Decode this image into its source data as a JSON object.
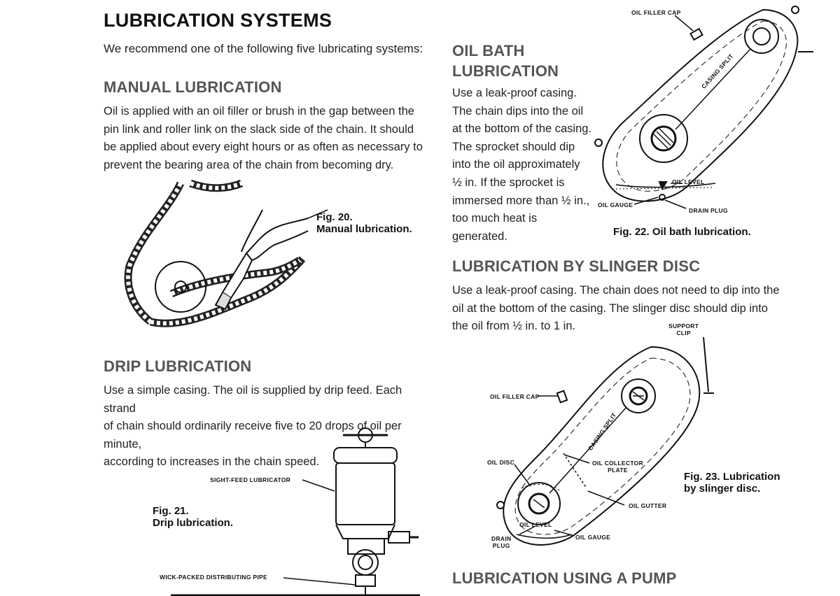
{
  "page": {
    "title": "LUBRICATION SYSTEMS",
    "intro": "We recommend one of the following five lubricating systems:"
  },
  "manual": {
    "heading": "MANUAL LUBRICATION",
    "lines": [
      "Oil is applied with an oil filler or brush in the gap between the",
      "pin link and roller link on the slack side of the chain. It should",
      "be applied about every eight hours or as often as necessary to",
      "prevent the bearing area of the chain from becoming dry."
    ],
    "fig_num": "Fig. 20.",
    "fig_title": "Manual lubrication."
  },
  "drip": {
    "heading": "DRIP LUBRICATION",
    "lines": [
      "Use a simple casing. The oil is supplied by drip feed. Each strand",
      "of chain should ordinarily receive five to 20 drops of oil per minute,",
      "according to increases in the chain speed."
    ],
    "fig_num": "Fig. 21.",
    "fig_title": "Drip lubrication.",
    "label_lubricator": "SIGHT-FEED LUBRICATOR",
    "label_pipe": "WICK-PACKED DISTRIBUTING PIPE"
  },
  "oilbath": {
    "heading_line1": "OIL BATH",
    "heading_line2": "LUBRICATION",
    "lines": [
      "Use a leak-proof casing.",
      "The chain dips into the oil",
      "at the bottom of the casing.",
      "The sprocket should dip",
      "into the oil approximately",
      "½ in. If the sprocket is",
      "immersed more than ½ in.,",
      "too much heat is generated."
    ],
    "fig_caption": "Fig. 22. Oil bath lubrication.",
    "label_filler_cap": "OIL FILLER CAP",
    "label_casing_split": "CASING SPLIT",
    "label_oil_level": "OIL LEVEL",
    "label_oil_gauge": "OIL GAUGE",
    "label_drain_plug": "DRAIN PLUG"
  },
  "slinger": {
    "heading": "LUBRICATION BY SLINGER DISC",
    "lines": [
      "Use a leak-proof casing. The chain does not need to dip into the",
      "oil at the bottom of the casing. The slinger disc should dip into",
      "the oil from ½ in. to 1 in."
    ],
    "fig_line1": "Fig. 23. Lubrication",
    "fig_line2": "by slinger disc.",
    "label_support_clip_1": "SUPPORT",
    "label_support_clip_2": "CLIP",
    "label_filler_cap": "OIL FILLER CAP",
    "label_casing_split": "CASING SPLIT",
    "label_oil_disc": "OIL DISC",
    "label_collector_1": "OIL COLLECTOR",
    "label_collector_2": "PLATE",
    "label_gutter": "OIL GUTTER",
    "label_oil_level": "OIL LEVEL",
    "label_drain_1": "DRAIN",
    "label_drain_2": "PLUG",
    "label_oil_gauge": "OIL GAUGE"
  },
  "pump": {
    "heading": "LUBRICATION USING A PUMP"
  }
}
